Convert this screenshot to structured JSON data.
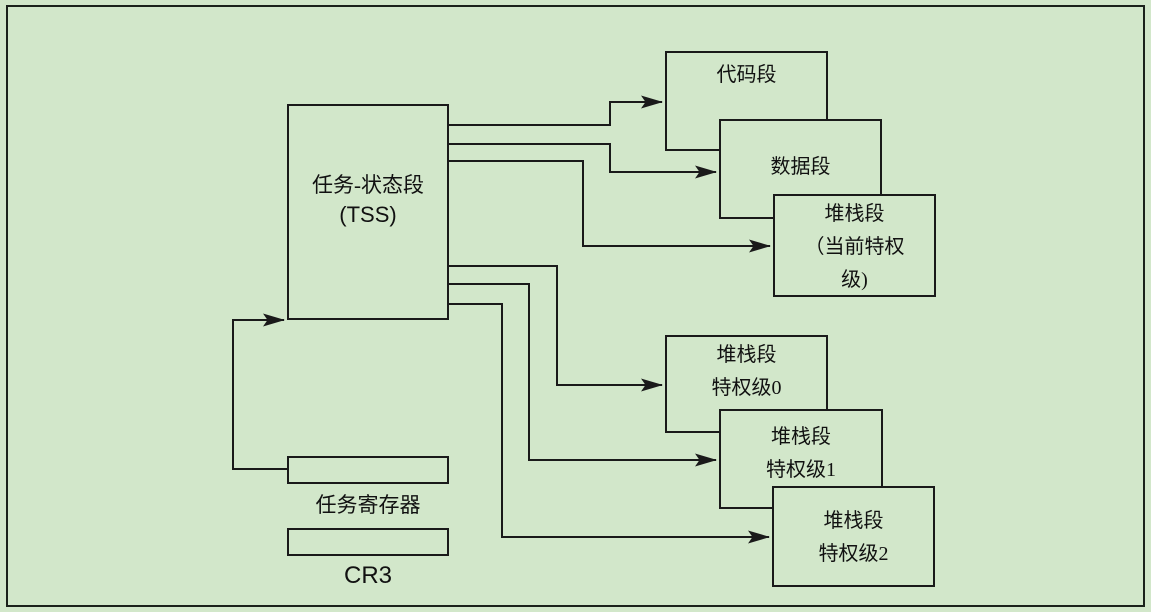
{
  "canvas": {
    "background_color": "#d2e7ca",
    "line_color": "#1a1a1a"
  },
  "nodes": {
    "tss": {
      "line1": "任务-状态段",
      "line2": "(TSS)"
    },
    "code_segment": {
      "label": "代码段"
    },
    "data_segment": {
      "label": "数据段"
    },
    "stack_current": {
      "line1": "堆栈段",
      "line2": "（当前特权",
      "line3": "级)"
    },
    "stack_priv0": {
      "line1": "堆栈段",
      "line2": "特权级0"
    },
    "stack_priv1": {
      "line1": "堆栈段",
      "line2": "特权级1"
    },
    "stack_priv2": {
      "line1": "堆栈段",
      "line2": "特权级2"
    },
    "task_register": {
      "label": "任务寄存器"
    },
    "cr3": {
      "label": "CR3"
    }
  }
}
